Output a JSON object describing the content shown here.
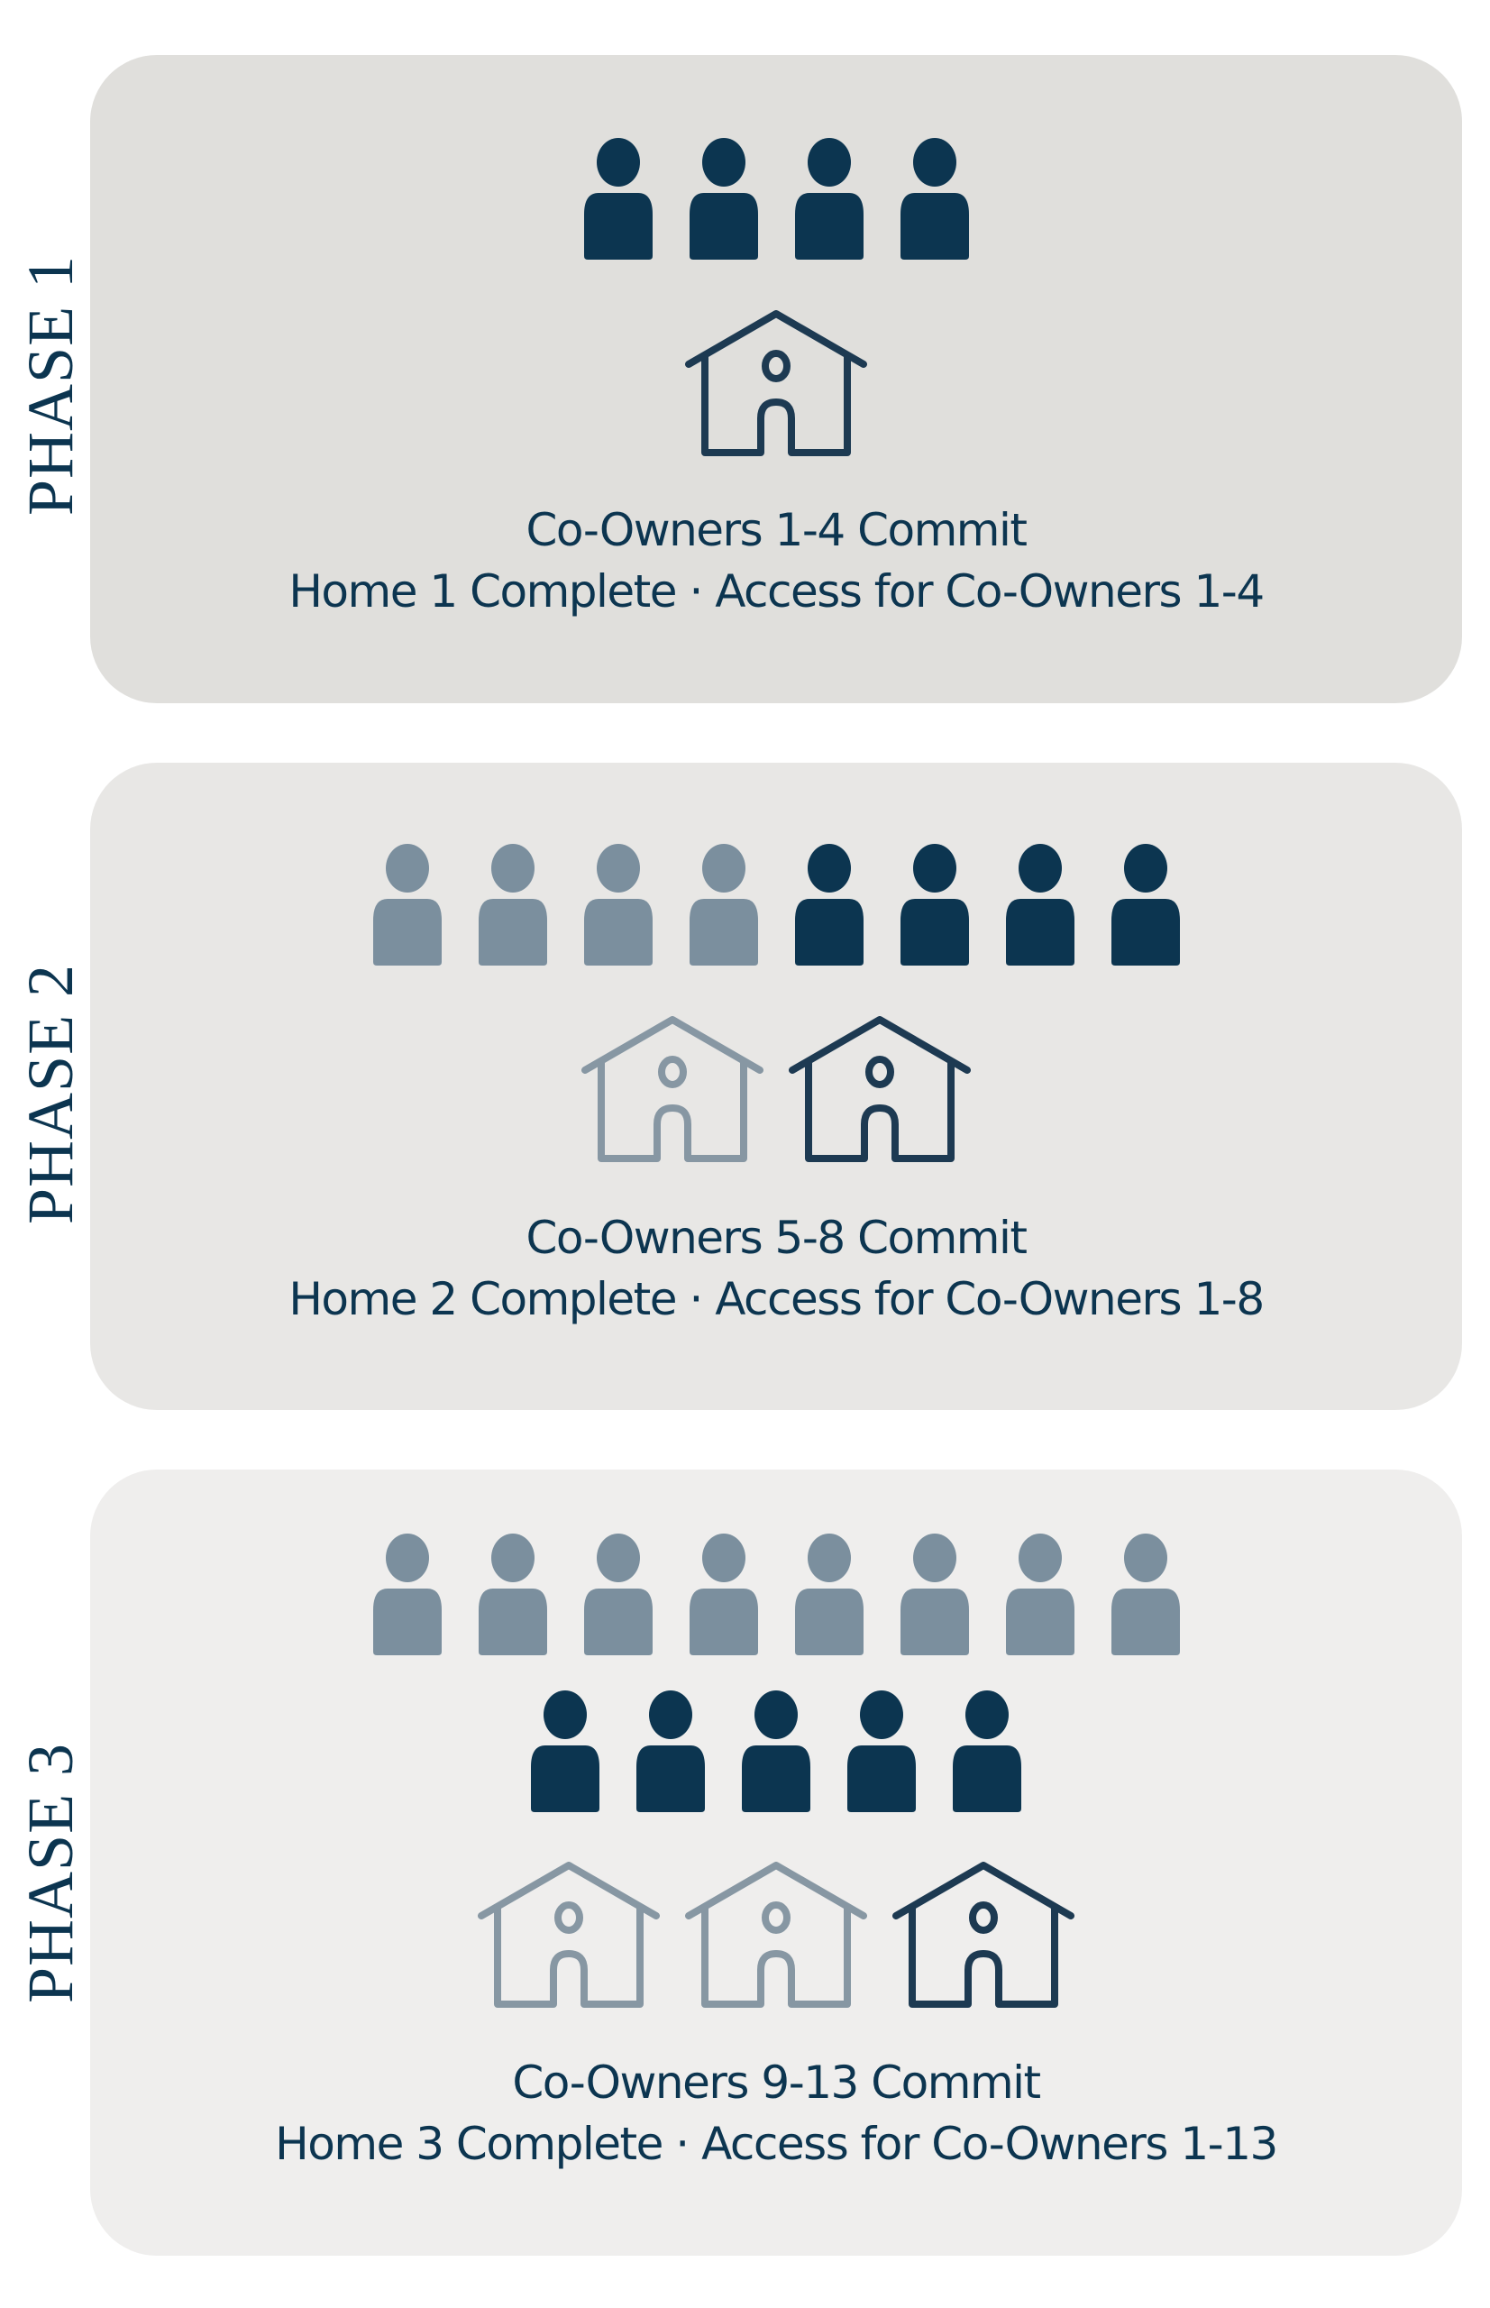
{
  "colors": {
    "new_person": "#0c3550",
    "prior_person": "#7b8f9e",
    "new_house": "#1d3a52",
    "prior_house": "#8797a3",
    "panel1_bg": "#e0dfdc",
    "panel2_bg": "#e8e7e5",
    "panel3_bg": "#efeeed",
    "label": "#0c3550"
  },
  "phases": [
    {
      "label": "PHASE 1",
      "people_rows": [
        {
          "prior": 0,
          "new": 4
        }
      ],
      "houses": {
        "prior": 0,
        "new": 1
      },
      "line1": "Co-Owners 1-4 Commit",
      "line2": "Home 1 Complete · Access for Co-Owners 1-4"
    },
    {
      "label": "PHASE 2",
      "people_rows": [
        {
          "prior": 4,
          "new": 4
        }
      ],
      "houses": {
        "prior": 1,
        "new": 1
      },
      "line1": "Co-Owners 5-8 Commit",
      "line2": "Home 2 Complete · Access for Co-Owners 1-8"
    },
    {
      "label": "PHASE 3",
      "people_rows": [
        {
          "prior": 8,
          "new": 0
        },
        {
          "prior": 0,
          "new": 5
        }
      ],
      "houses": {
        "prior": 2,
        "new": 1
      },
      "line1": "Co-Owners 9-13 Commit",
      "line2": "Home 3 Complete · Access for Co-Owners 1-13"
    }
  ]
}
